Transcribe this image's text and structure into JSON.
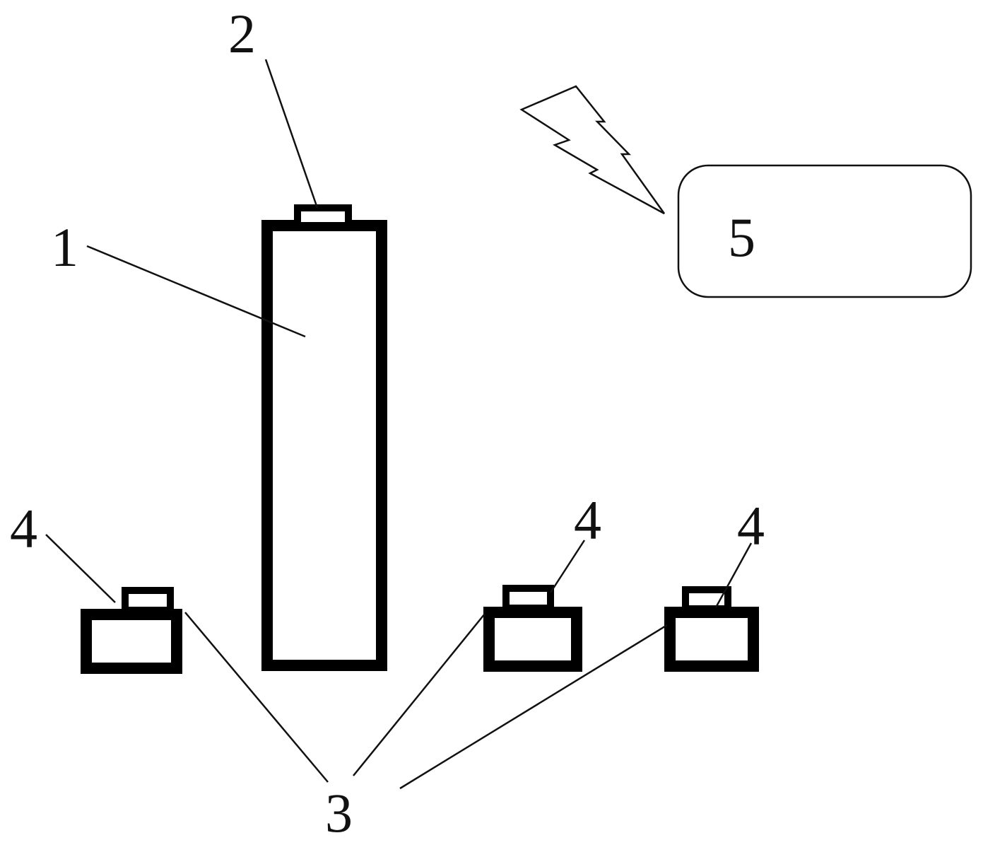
{
  "labels": {
    "tall_unit": "1",
    "top_cap": "2",
    "small_units": "3",
    "small_caps": "4",
    "remote_box": "5"
  }
}
